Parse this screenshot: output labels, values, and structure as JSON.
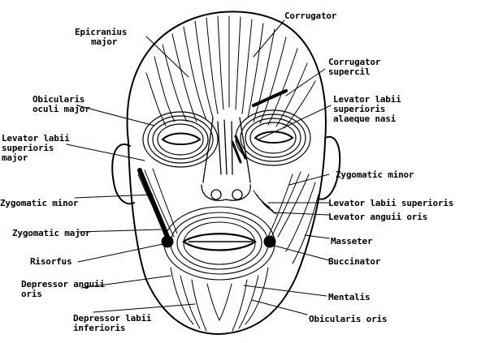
{
  "diagram": {
    "labels": {
      "epicranius": [
        "Epicranius",
        "major"
      ],
      "corrugator": [
        "Corrugator"
      ],
      "corrugator_supercilii": [
        "Corrugator",
        "supercil"
      ],
      "orbicularis_oculi": [
        "Obicularis",
        "oculi major"
      ],
      "levator_labii_alaeque": [
        "Levator labii",
        "superioris",
        "alaeque nasi"
      ],
      "levator_labii_left": [
        "Levator labii",
        "superioris",
        "major"
      ],
      "zygomatic_minor_right": [
        "Zygomatic minor"
      ],
      "zygomatic_minor_left": [
        "Zygomatic minor"
      ],
      "levator_labii_superioris_right": [
        "Levator labii superioris"
      ],
      "levator_anguli_oris": [
        "Levator anguii oris"
      ],
      "zygomatic_major": [
        "Zygomatic major"
      ],
      "masseter": [
        "Masseter"
      ],
      "risorius": [
        "Risorfus"
      ],
      "buccinator": [
        "Buccinator"
      ],
      "depressor_anguli": [
        "Depressor anguii",
        "oris"
      ],
      "mentalis": [
        "Mentalis"
      ],
      "depressor_labii": [
        "Depressor labii",
        "inferioris"
      ],
      "orbicularis_oris": [
        "Obicularis oris"
      ]
    },
    "colors": {
      "ink": "#000000",
      "background": "#ffffff"
    }
  }
}
